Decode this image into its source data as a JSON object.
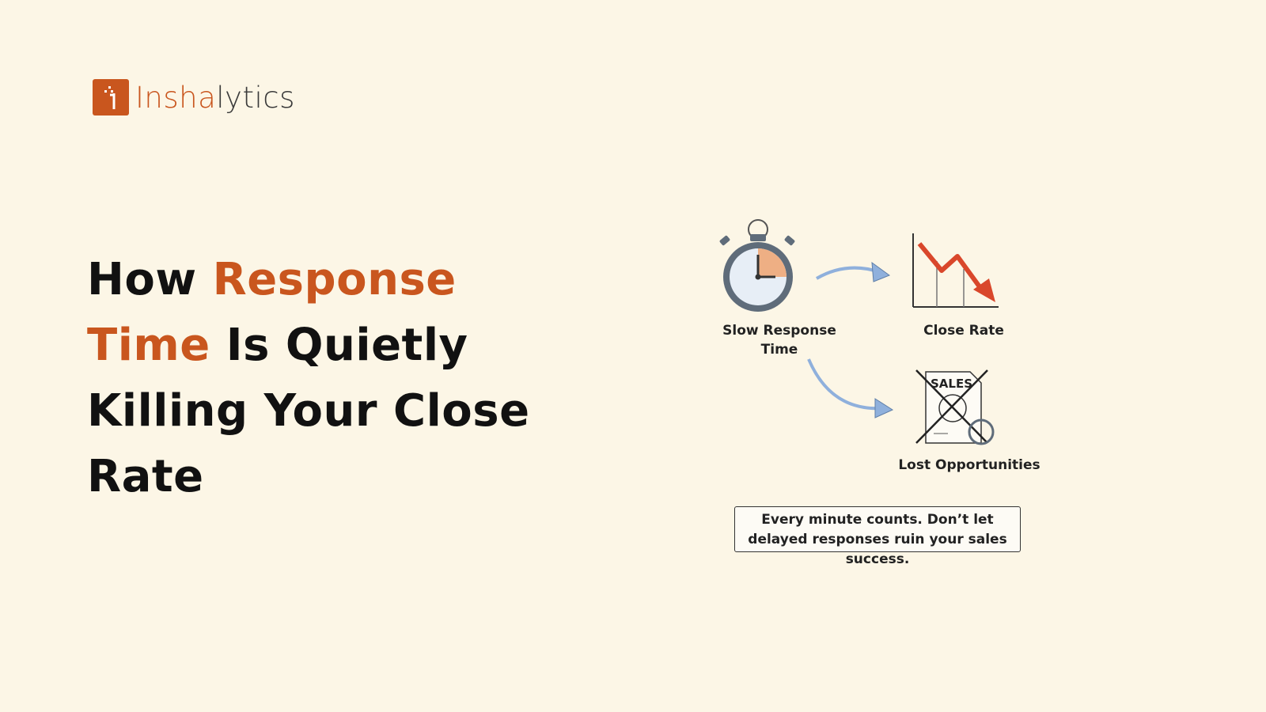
{
  "brand": {
    "name_part1": "Insha",
    "name_part2": "lytics",
    "accent": "#c9561e"
  },
  "title": {
    "w1": "How ",
    "w2": "Response",
    "w3": "Time",
    "w4": " Is Quietly Killing Your Close Rate"
  },
  "diagram": {
    "label_slow": "Slow Response Time",
    "label_close_rate": "Close Rate",
    "label_lost": "Lost Opportunities",
    "sales_stamp": "SALES",
    "note": "Every minute counts. Don’t let delayed responses ruin your sales success."
  },
  "colors": {
    "background": "#fcf6e6",
    "arrow": "#8fb0dc",
    "trend": "#d9472b",
    "title_text": "#111111"
  }
}
